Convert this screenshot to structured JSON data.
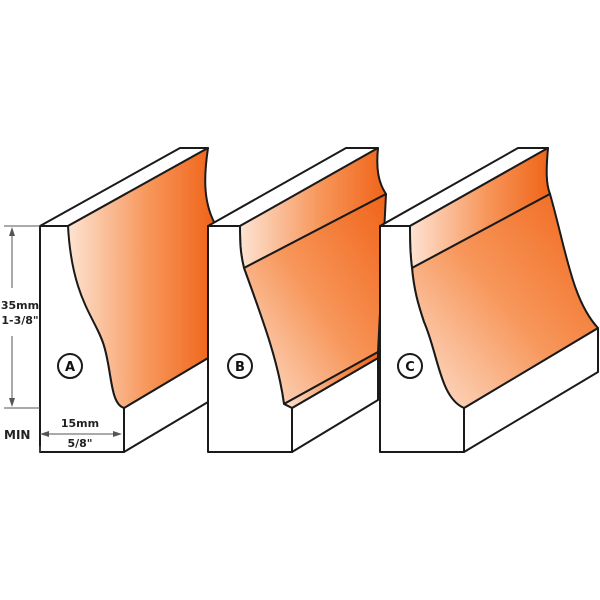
{
  "dimensions": {
    "height_metric": "35mm",
    "height_imperial": "1-3/8\"",
    "width_metric": "15mm",
    "width_imperial": "5/8\"",
    "min_label": "MIN"
  },
  "profiles": [
    {
      "label": "A"
    },
    {
      "label": "B"
    },
    {
      "label": "C"
    }
  ],
  "colors": {
    "profile_light": "#fde3d2",
    "profile_dark": "#f06418",
    "outline": "#1a1a1a",
    "dimension_line": "#555555"
  }
}
